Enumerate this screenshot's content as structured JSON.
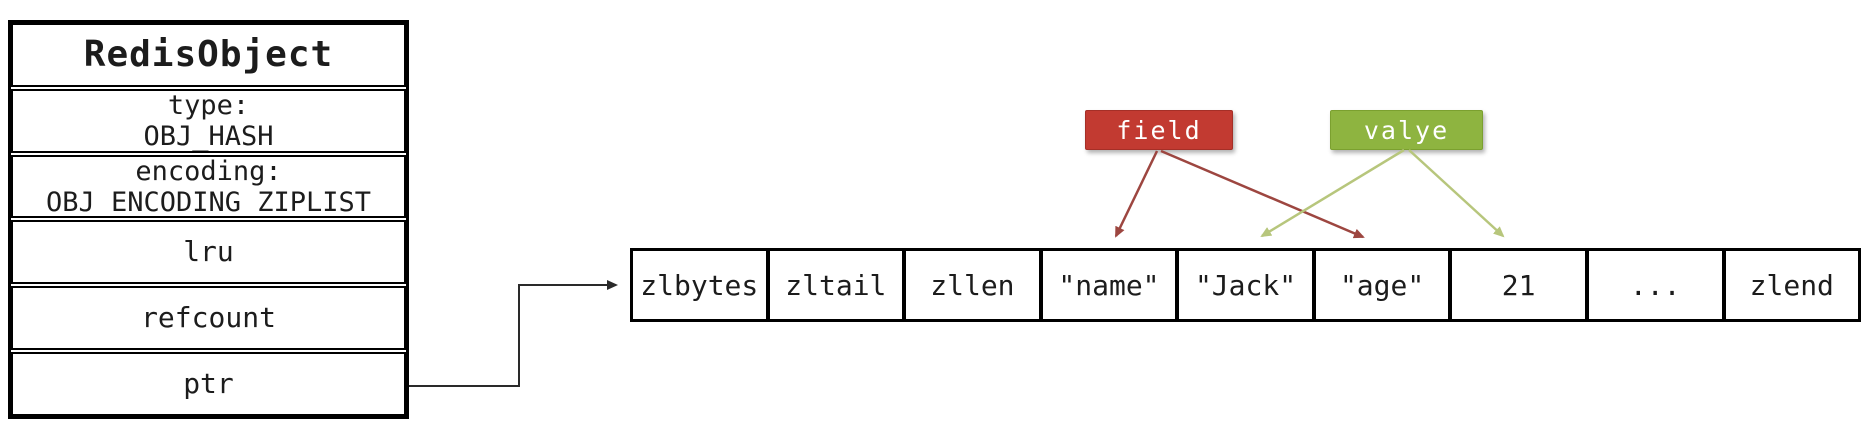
{
  "redis_object": {
    "title": "RedisObject",
    "rows": [
      {
        "label": "type:",
        "value": "OBJ_HASH"
      },
      {
        "label": "encoding:",
        "value": "OBJ_ENCODING_ZIPLIST"
      },
      {
        "label": "lru"
      },
      {
        "label": "refcount"
      },
      {
        "label": "ptr"
      }
    ]
  },
  "ziplist": {
    "cells": [
      "zlbytes",
      "zltail",
      "zllen",
      "\"name\"",
      "\"Jack\"",
      "\"age\"",
      "21",
      "...",
      "zlend"
    ]
  },
  "annotations": {
    "field_label": "field",
    "value_label": "valye",
    "connections": [
      {
        "from": "field",
        "to": "\"name\""
      },
      {
        "from": "field",
        "to": "\"age\""
      },
      {
        "from": "valye",
        "to": "\"Jack\""
      },
      {
        "from": "valye",
        "to": "21"
      },
      {
        "from": "ptr",
        "to": "zlbytes"
      }
    ]
  },
  "colors": {
    "field_label_bg": "#c23a31",
    "value_label_bg": "#8eb440",
    "field_arrow": "#9d4640",
    "value_arrow": "#b7c67c",
    "ptr_arrow": "#2a2a2a",
    "border": "#000000",
    "background": "#ffffff",
    "label_text": "#ffffff"
  }
}
